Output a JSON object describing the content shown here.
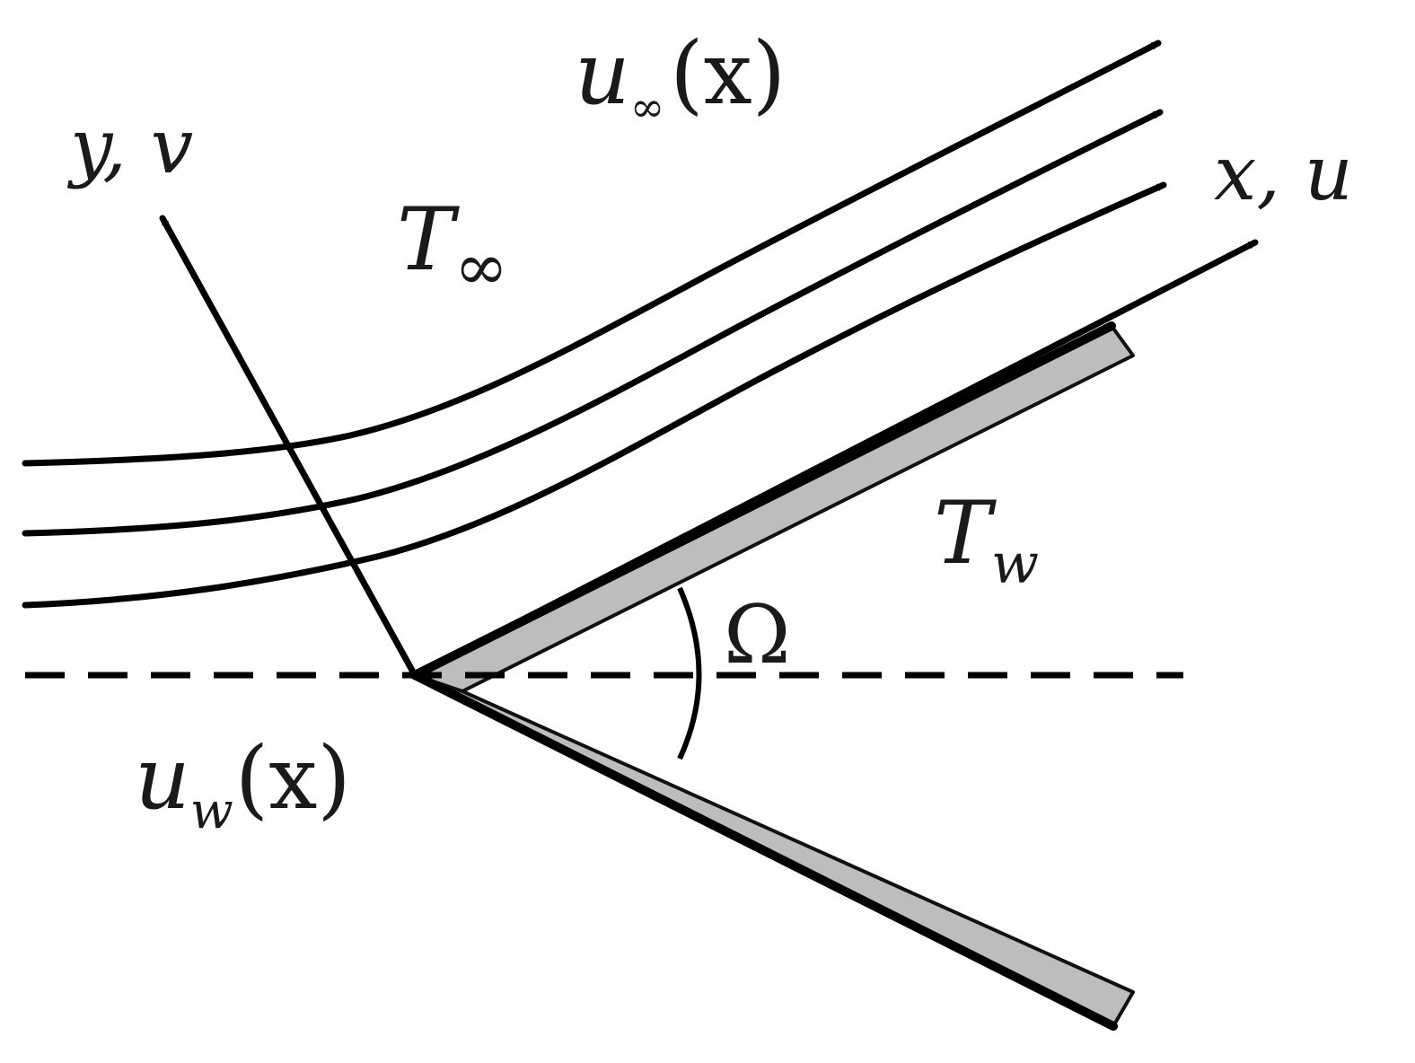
{
  "labels": {
    "y_axis": "y, v",
    "x_axis": "x, u",
    "free_stream_velocity": "u∞(x)",
    "free_stream_velocity_base": "u",
    "free_stream_velocity_sub": "∞",
    "free_stream_velocity_arg": "(x)",
    "ambient_temperature_base": "T",
    "ambient_temperature_sub": "∞",
    "wall_temperature_base": "T",
    "wall_temperature_sub": "w",
    "wall_velocity_base": "u",
    "wall_velocity_sub": "w",
    "wall_velocity_arg": "(x)",
    "wedge_angle": "Ω"
  },
  "colors": {
    "ink": "#000000",
    "plate_fill": "#bdbdbd",
    "background": "#ffffff"
  }
}
